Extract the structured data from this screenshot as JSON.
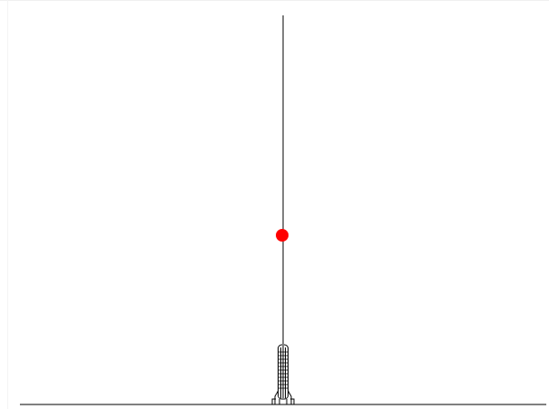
{
  "scene": {
    "title": "",
    "colors": {
      "background": "#ffffff",
      "line": "#000000",
      "target": "#ff0000"
    },
    "elements": {
      "ground": "ground-line",
      "rod": "vertical-rod",
      "target": "red-ball",
      "base": "rocket-base"
    }
  }
}
